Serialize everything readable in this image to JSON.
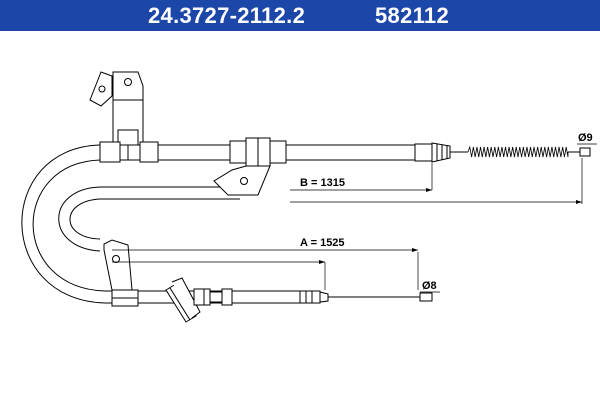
{
  "header": {
    "part_number": "24.3727-2112.2",
    "article_number": "582112",
    "background_color": "#1c47a8",
    "text_color": "#ffffff"
  },
  "dimensions": {
    "length_a": "A = 1525",
    "length_b": "B = 1315",
    "diameter_top": "Ø9",
    "diameter_bottom": "Ø8"
  }
}
